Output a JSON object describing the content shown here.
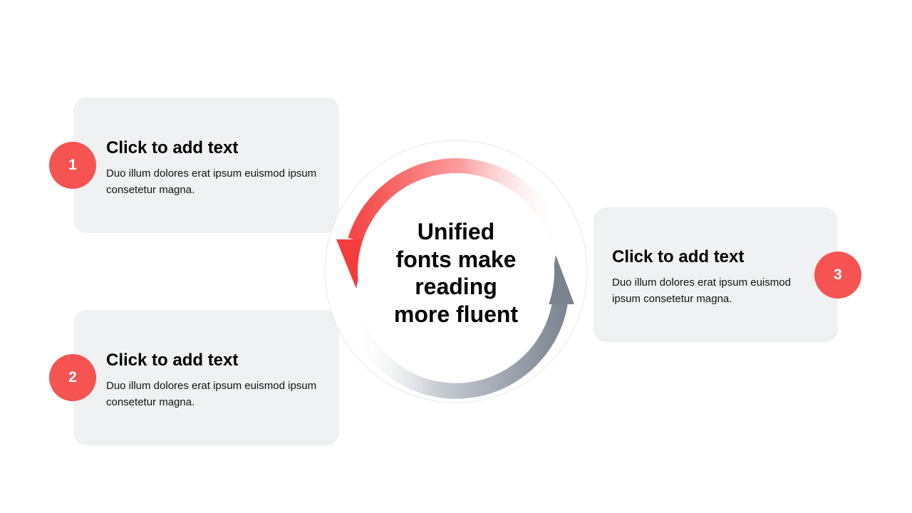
{
  "center": {
    "line1": "Unified",
    "line2": "fonts make",
    "line3": "reading",
    "line4": "more fluent"
  },
  "items": [
    {
      "number": "1",
      "title": "Click to add text",
      "body": "Duo illum dolores erat ipsum euismod ipsum consetetur magna."
    },
    {
      "number": "2",
      "title": "Click to add text",
      "body": "Duo illum dolores erat ipsum euismod ipsum consetetur magna."
    },
    {
      "number": "3",
      "title": "Click to add text",
      "body": "Duo illum dolores erat ipsum euismod ipsum consetetur magna."
    }
  ],
  "colors": {
    "accent": "#f65353",
    "card": "#f0f1f3",
    "gray_arrow": "#7a8290"
  }
}
